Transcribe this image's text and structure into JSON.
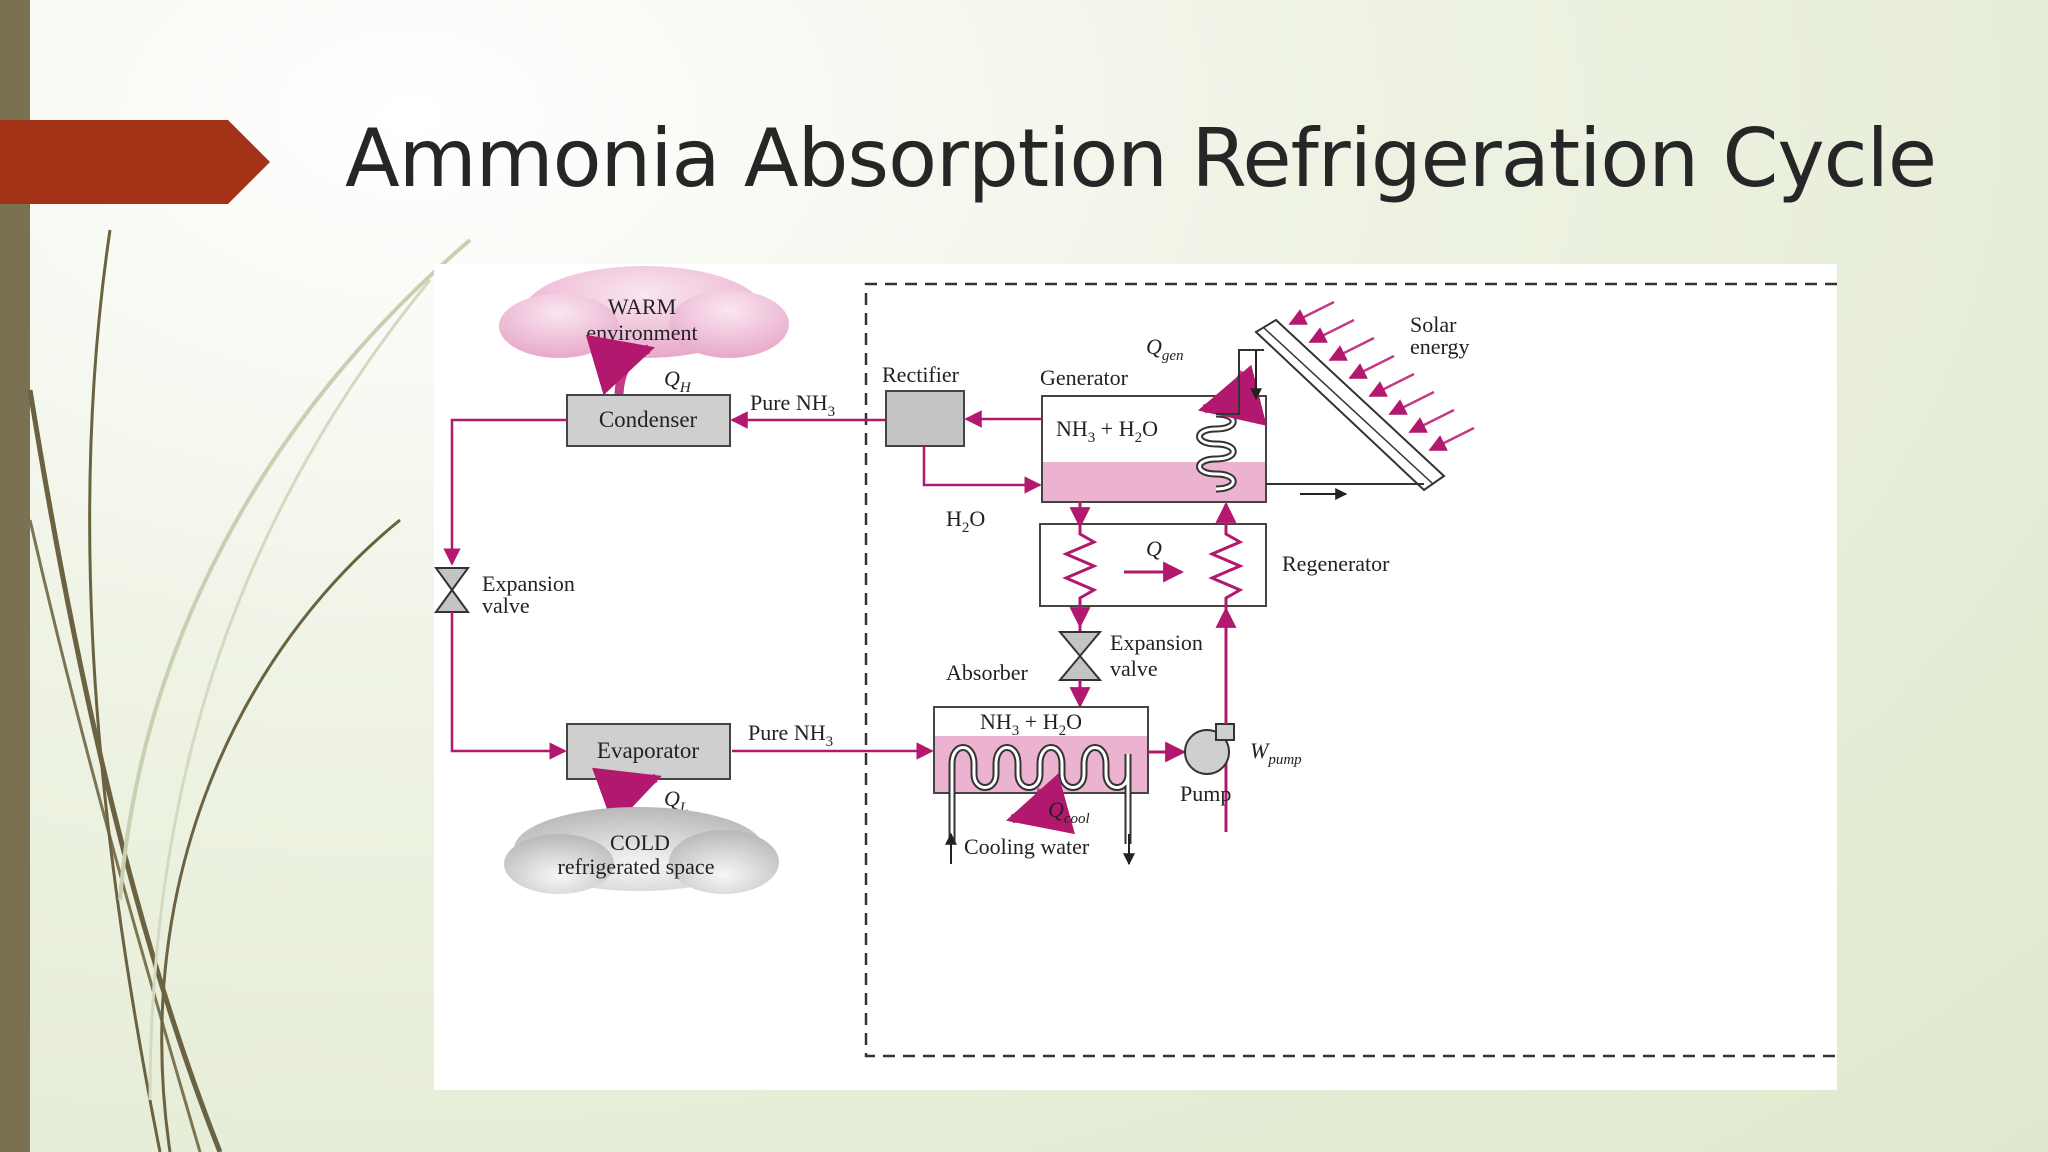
{
  "title": "Ammonia Absorption Refrigeration Cycle",
  "colors": {
    "accent": "#a33216",
    "flow": "#b2186e",
    "sidebar": "#7a7152"
  },
  "diagram": {
    "warm_env": [
      "WARM",
      "environment"
    ],
    "cold_space": [
      "COLD",
      "refrigerated space"
    ],
    "q_h": "Q",
    "q_h_sub": "H",
    "q_l": "Q",
    "q_l_sub": "L",
    "condenser": "Condenser",
    "evaporator": "Evaporator",
    "pure_nh3_top": "Pure NH",
    "pure_nh3_bottom": "Pure NH",
    "nh3_sub": "3",
    "rectifier": "Rectifier",
    "generator": "Generator",
    "q_gen": "Q",
    "q_gen_sub": "gen",
    "solar": [
      "Solar",
      "energy"
    ],
    "gen_mix": "NH",
    "mix_mid": " + H",
    "mix_end": "O",
    "h2o": "H",
    "h2o_end": "O",
    "two": "2",
    "q_regen": "Q",
    "regenerator": "Regenerator",
    "expansion_left": [
      "Expansion",
      "valve"
    ],
    "expansion_right": [
      "Expansion",
      "valve"
    ],
    "absorber": "Absorber",
    "q_cool": "Q",
    "q_cool_sub": "cool",
    "cooling_water": "Cooling water",
    "w_pump": "W",
    "w_pump_sub": "pump",
    "pump": "Pump"
  }
}
